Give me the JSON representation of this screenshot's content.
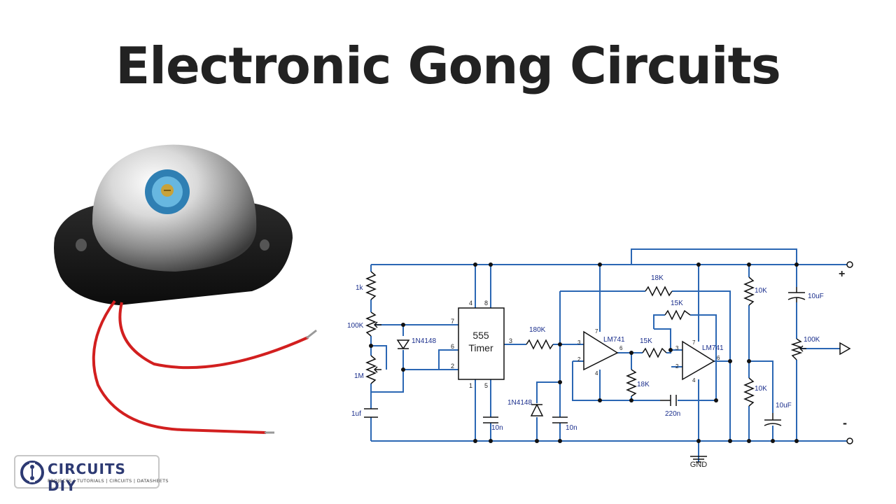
{
  "page": {
    "title": "Electronic Gong Circuits"
  },
  "colors": {
    "wire": "#2b67b4",
    "component": "#111111",
    "label": "#1a2e8c",
    "title": "#222222",
    "logo": "#2d3a73"
  },
  "schematic": {
    "ic_555": {
      "name": "555",
      "sub": "Timer",
      "pin4": "4",
      "pin8": "8",
      "pin7": "7",
      "pin6": "6",
      "pin2": "2",
      "pin3": "3",
      "pin1": "1",
      "pin5": "5"
    },
    "opamp1": {
      "name": "LM741",
      "pin2": "2",
      "pin3": "3",
      "pin4": "4",
      "pin6": "6",
      "pin7": "7"
    },
    "opamp2": {
      "name": "LM741",
      "pin2": "2",
      "pin3": "3",
      "pin4": "4",
      "pin6": "6",
      "pin7": "7"
    },
    "labels": {
      "r_1k": "1k",
      "pot_100k": "100K",
      "pot_1m": "1M",
      "c_1uf": "1uf",
      "d1": "1N4148",
      "d2": "1N4148",
      "r_180k": "180K",
      "c_10n_a": "10n",
      "c_10n_b": "10n",
      "r_18k_top": "18K",
      "r_18k_bot": "18K",
      "r_15k_top": "15K",
      "r_15k_mid": "15K",
      "c_220n": "220n",
      "r_10k_top": "10K",
      "r_10k_bot": "10K",
      "c_10uf_top": "10uF",
      "c_10uf_bot": "10uF",
      "pot_out": "100K",
      "plus": "+",
      "minus": "-",
      "gnd": "GND"
    }
  },
  "logo": {
    "name": "CIRCUITS DIY",
    "tagline": "PROJECTS | TUTORIALS | CIRCUITS | DATASHEETS",
    "icon": "circuits-diy-logo-icon"
  }
}
